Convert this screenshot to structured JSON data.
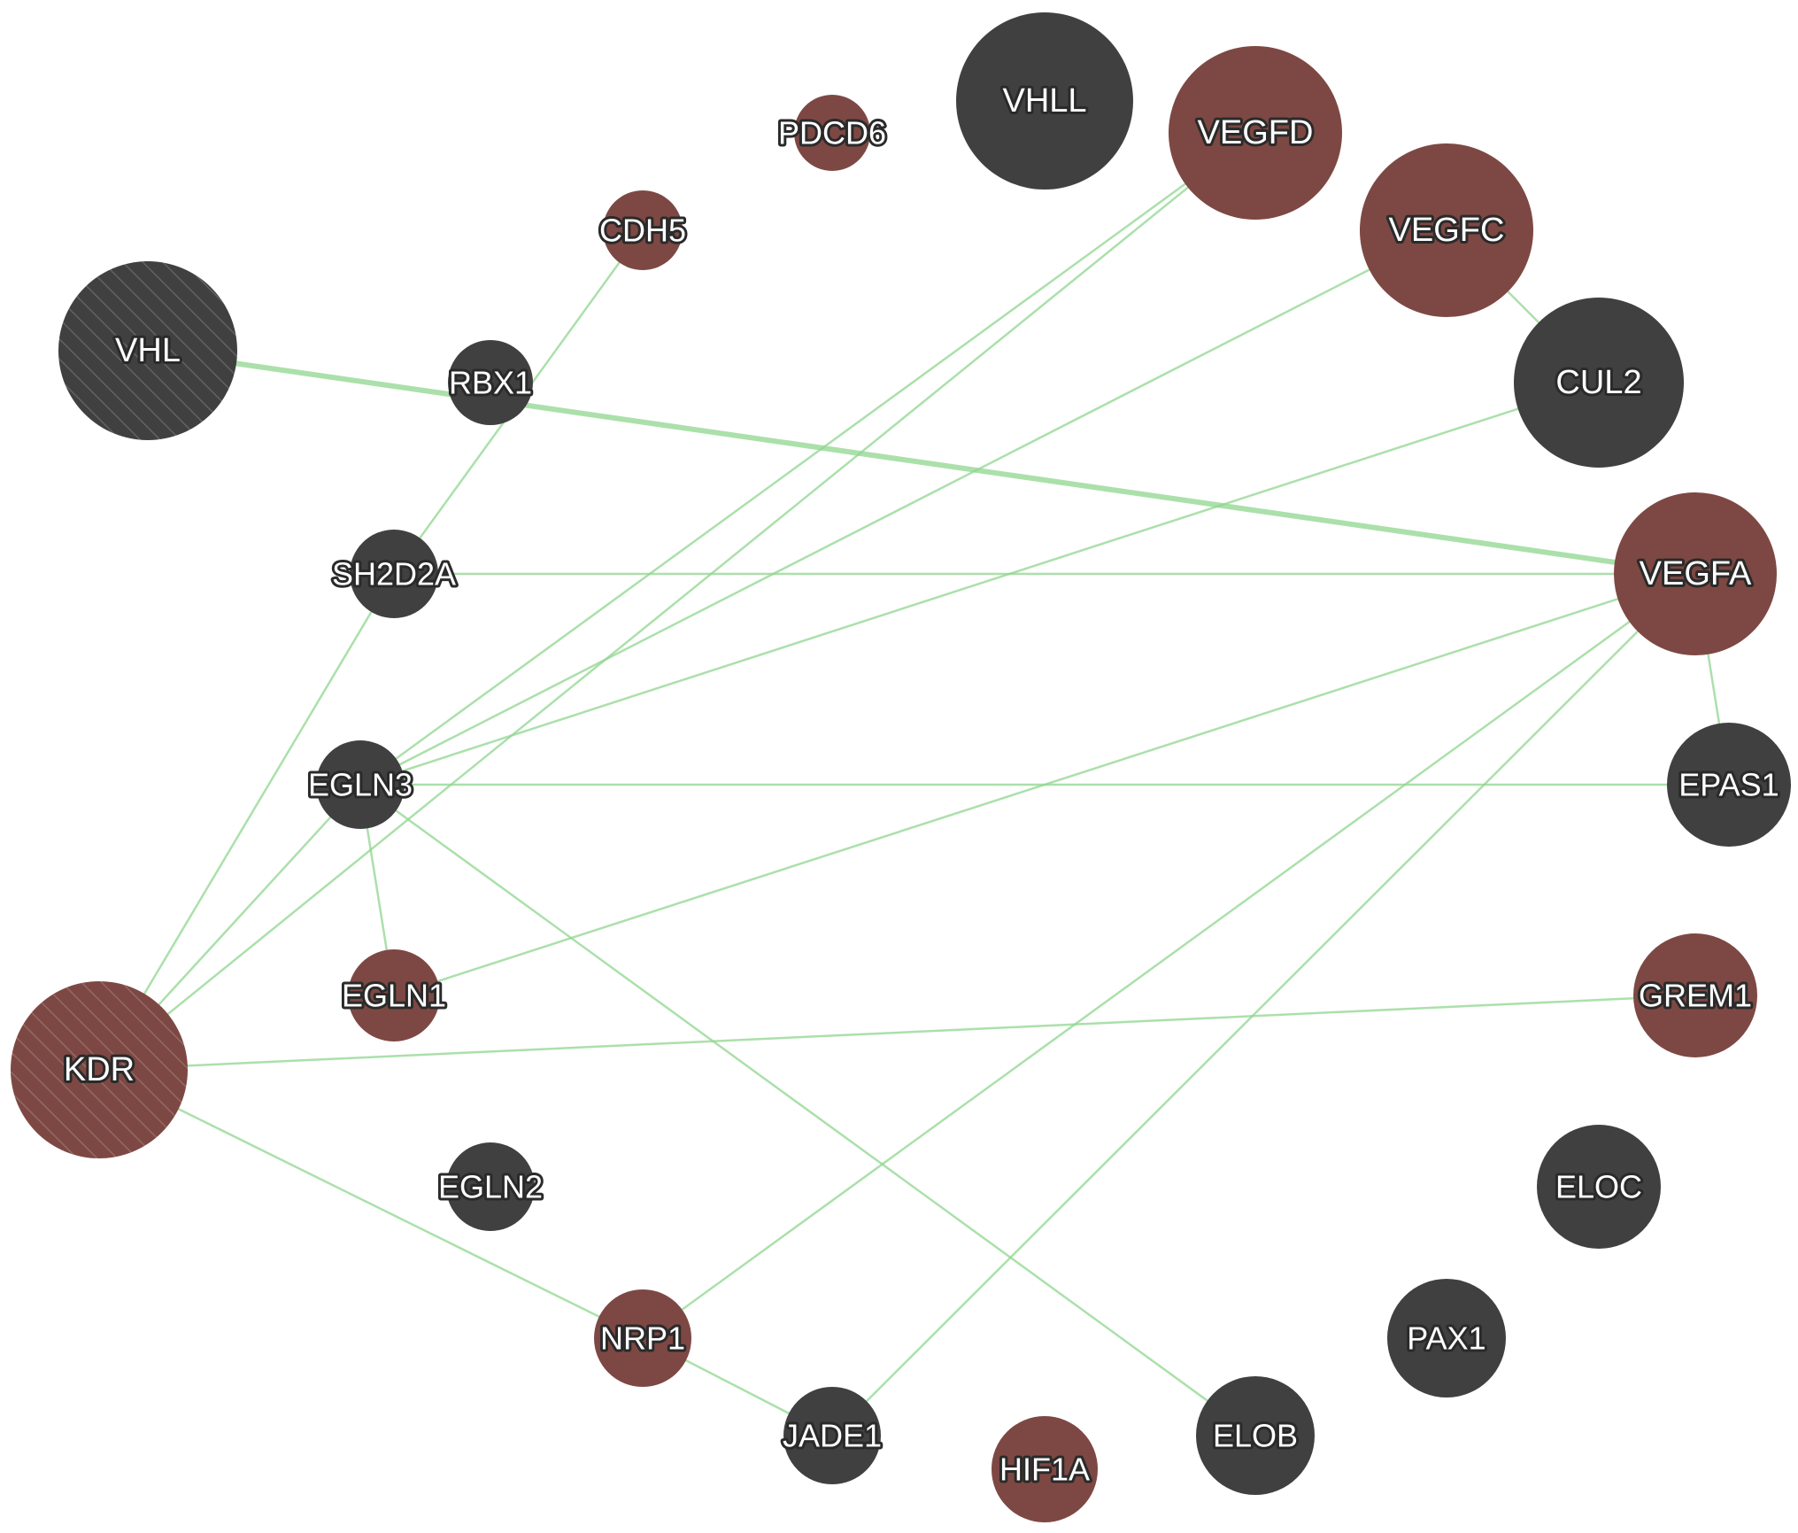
{
  "colors": {
    "dark": "#404040",
    "red": "#7d4843",
    "edge": "#8fd68f"
  },
  "nodes": [
    {
      "id": "VHLL",
      "label": "VHLL",
      "color": "dark"
    },
    {
      "id": "VEGFD",
      "label": "VEGFD",
      "color": "red"
    },
    {
      "id": "VEGFC",
      "label": "VEGFC",
      "color": "red"
    },
    {
      "id": "CUL2",
      "label": "CUL2",
      "color": "dark"
    },
    {
      "id": "VEGFA",
      "label": "VEGFA",
      "color": "red"
    },
    {
      "id": "EPAS1",
      "label": "EPAS1",
      "color": "dark"
    },
    {
      "id": "GREM1",
      "label": "GREM1",
      "color": "red"
    },
    {
      "id": "ELOC",
      "label": "ELOC",
      "color": "dark"
    },
    {
      "id": "PAX1",
      "label": "PAX1",
      "color": "dark"
    },
    {
      "id": "ELOB",
      "label": "ELOB",
      "color": "dark"
    },
    {
      "id": "HIF1A",
      "label": "HIF1A",
      "color": "red"
    },
    {
      "id": "JADE1",
      "label": "JADE1",
      "color": "dark"
    },
    {
      "id": "NRP1",
      "label": "NRP1",
      "color": "red"
    },
    {
      "id": "EGLN2",
      "label": "EGLN2",
      "color": "dark"
    },
    {
      "id": "KDR",
      "label": "KDR",
      "color": "red",
      "hatched": true
    },
    {
      "id": "EGLN1",
      "label": "EGLN1",
      "color": "red"
    },
    {
      "id": "EGLN3",
      "label": "EGLN3",
      "color": "dark"
    },
    {
      "id": "SH2D2A",
      "label": "SH2D2A",
      "color": "dark"
    },
    {
      "id": "VHL",
      "label": "VHL",
      "color": "dark",
      "hatched": true
    },
    {
      "id": "RBX1",
      "label": "RBX1",
      "color": "dark"
    },
    {
      "id": "CDH5",
      "label": "CDH5",
      "color": "red"
    },
    {
      "id": "PDCD6",
      "label": "PDCD6",
      "color": "red"
    }
  ],
  "edges": [
    {
      "source": "VHL",
      "target": "VEGFA",
      "weight": 3
    },
    {
      "source": "SH2D2A",
      "target": "VEGFA",
      "weight": 1
    },
    {
      "source": "EGLN3",
      "target": "VEGFD",
      "weight": 1
    },
    {
      "source": "KDR",
      "target": "VEGFD",
      "weight": 1
    },
    {
      "source": "EGLN3",
      "target": "VEGFC",
      "weight": 1
    },
    {
      "source": "VEGFC",
      "target": "CUL2",
      "weight": 1
    },
    {
      "source": "EGLN3",
      "target": "CUL2",
      "weight": 1
    },
    {
      "source": "EGLN3",
      "target": "EPAS1",
      "weight": 1
    },
    {
      "source": "VEGFA",
      "target": "EPAS1",
      "weight": 1
    },
    {
      "source": "EGLN1",
      "target": "VEGFA",
      "weight": 1
    },
    {
      "source": "NRP1",
      "target": "VEGFA",
      "weight": 1
    },
    {
      "source": "JADE1",
      "target": "VEGFA",
      "weight": 1
    },
    {
      "source": "KDR",
      "target": "GREM1",
      "weight": 1
    },
    {
      "source": "EGLN3",
      "target": "EGLN1",
      "weight": 1
    },
    {
      "source": "EGLN3",
      "target": "ELOB",
      "weight": 1
    },
    {
      "source": "KDR",
      "target": "EGLN3",
      "weight": 1
    },
    {
      "source": "KDR",
      "target": "SH2D2A",
      "weight": 1
    },
    {
      "source": "SH2D2A",
      "target": "CDH5",
      "weight": 1
    },
    {
      "source": "KDR",
      "target": "NRP1",
      "weight": 1
    },
    {
      "source": "NRP1",
      "target": "JADE1",
      "weight": 1
    }
  ]
}
